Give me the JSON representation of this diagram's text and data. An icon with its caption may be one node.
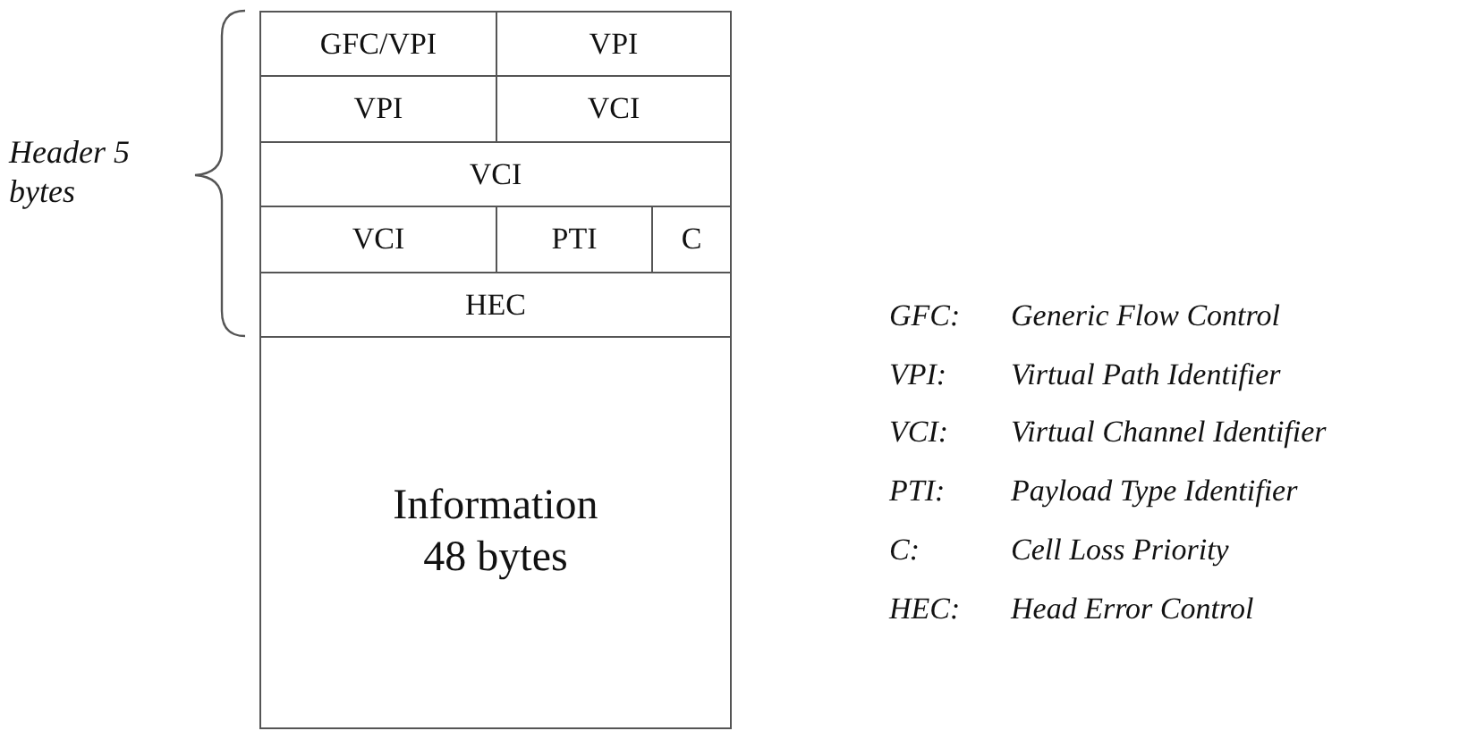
{
  "diagram": {
    "nodes": [
      {
        "text": [
          "GFC/VPI"
        ]
      },
      {
        "text": [
          "VPI"
        ]
      },
      {
        "text": [
          "VPI"
        ]
      },
      {
        "text": [
          "VCI"
        ]
      },
      {
        "text": [
          "VCI"
        ]
      },
      {
        "text": [
          "VCI"
        ]
      },
      {
        "text": [
          "PTI"
        ]
      },
      {
        "text": [
          "C"
        ]
      },
      {
        "text": [
          "HEC"
        ]
      },
      {
        "text": [
          "Information 48 bytes"
        ]
      }
    ],
    "edges": [],
    "labels": [
      "Header 5 bytes",
      "GFC:",
      "Generic Flow Control",
      "VPI:",
      "Virtual Path Identifier",
      "VCI:",
      "Virtual Channel Identifier",
      "PTI:",
      "Payload Type Identifier",
      "C:",
      "Cell Loss Priority",
      "HEC:",
      "Head Error Control"
    ]
  }
}
